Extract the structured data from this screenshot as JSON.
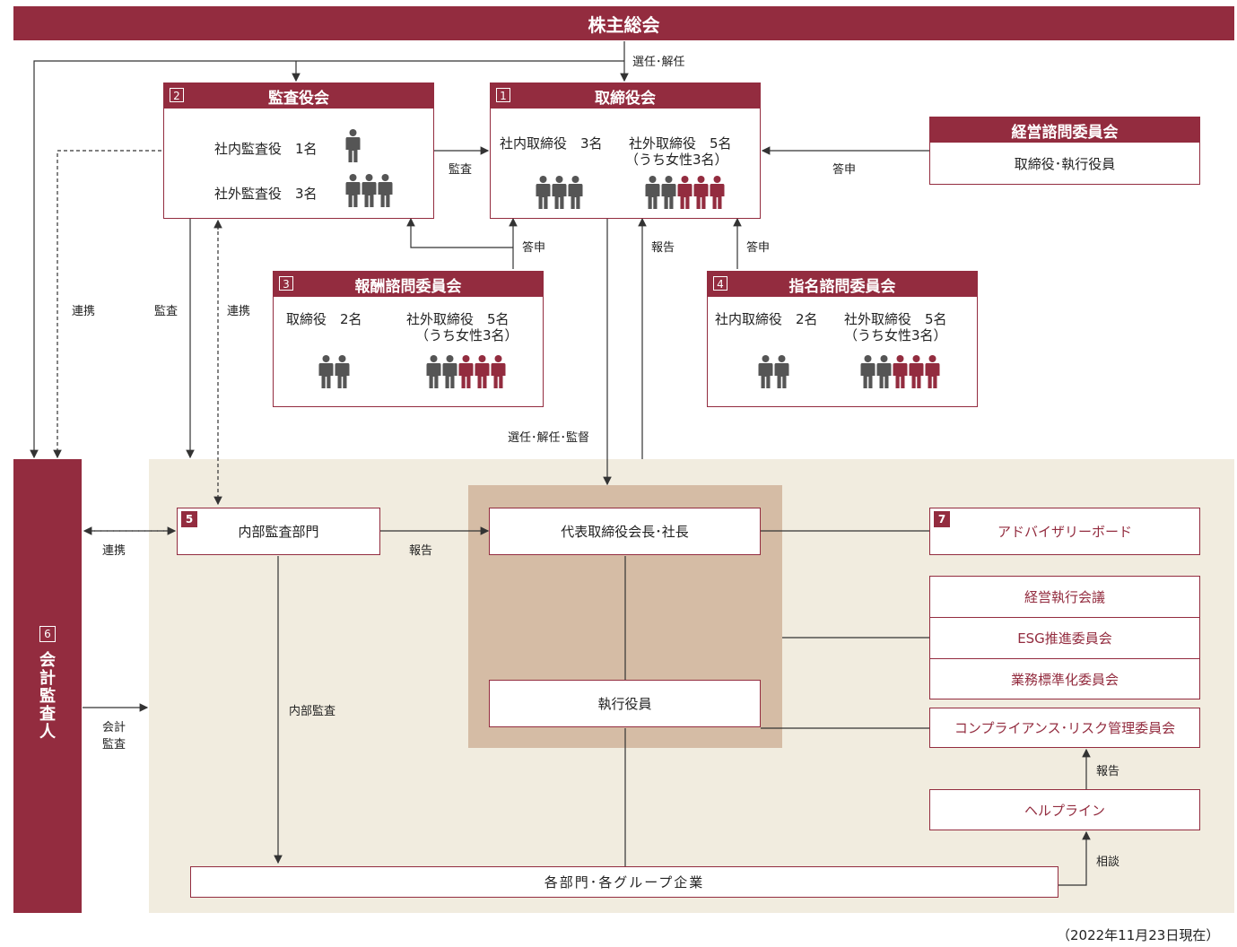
{
  "header": {
    "title": "株主総会"
  },
  "labels": {
    "elect_dismiss": "選任･解任",
    "audit": "監査",
    "report": "報告",
    "advice": "答申",
    "cooperation": "連携",
    "elect_dismiss_supervise": "選任･解任･監督",
    "internal_audit": "内部監査",
    "accounting_audit": "会計監査",
    "consultation": "相談"
  },
  "board": {
    "num": "1",
    "title": "取締役会",
    "inside": "社内取締役　3名",
    "outside": "社外取締役　5名",
    "outside_note": "（うち女性3名）"
  },
  "auditors": {
    "num": "2",
    "title": "監査役会",
    "inside": "社内監査役　1名",
    "outside": "社外監査役　3名"
  },
  "compensation": {
    "num": "3",
    "title": "報酬諮問委員会",
    "directors": "取締役　2名",
    "outside": "社外取締役　5名",
    "outside_note": "（うち女性3名）"
  },
  "nomination": {
    "num": "4",
    "title": "指名諮問委員会",
    "inside": "社内取締役　2名",
    "outside": "社外取締役　5名",
    "outside_note": "（うち女性3名）"
  },
  "mgmt_advisory": {
    "title": "経営諮問委員会",
    "members": "取締役･執行役員"
  },
  "internal_audit_dept": {
    "num": "5",
    "title": "内部監査部門"
  },
  "accounting_auditor": {
    "num": "6",
    "title": "会計監査人"
  },
  "advisory_board": {
    "num": "7",
    "title": "アドバイザリーボード"
  },
  "ceo": {
    "title": "代表取締役会長･社長"
  },
  "executives": {
    "title": "執行役員"
  },
  "committees": {
    "c1": "経営執行会議",
    "c2": "ESG推進委員会",
    "c3": "業務標準化委員会",
    "c4": "コンプライアンス･リスク管理委員会"
  },
  "helpline": {
    "title": "ヘルプライン"
  },
  "departments": {
    "title": "各部門･各グループ企業"
  },
  "footnote": "（2022年11月23日現在）",
  "colors": {
    "accent": "#932c3f",
    "beige": "#f1ecdf",
    "tan": "#d5bca5",
    "person_gray": "#555555"
  }
}
